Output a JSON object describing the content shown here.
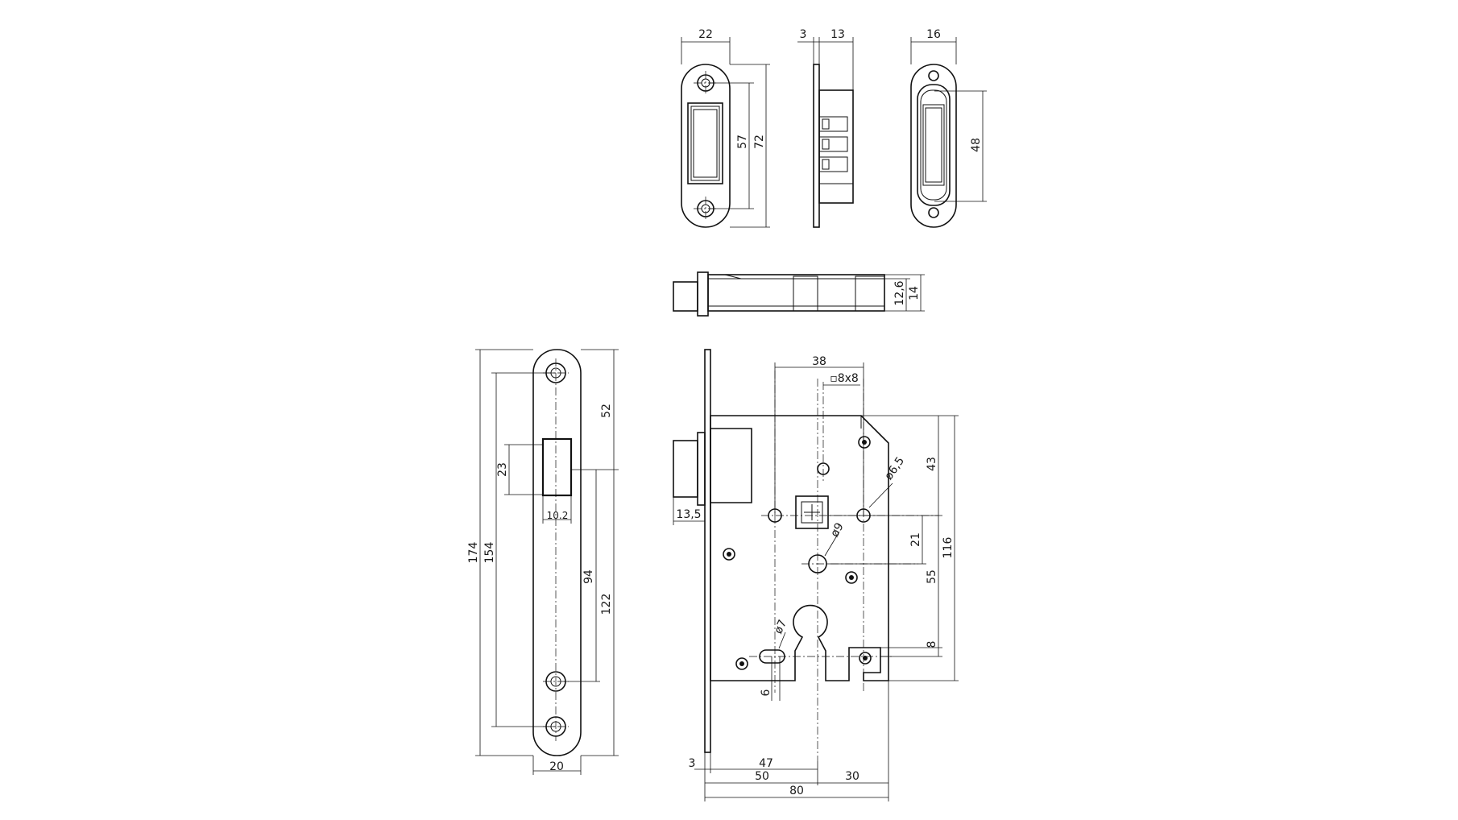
{
  "dims": {
    "strike_width": "22",
    "strike_inner": "57",
    "strike_total": "72",
    "side_plate": "3",
    "side_depth": "13",
    "striker_width": "16",
    "striker_height": "48",
    "latch_inner": "12,6",
    "latch_outer": "14",
    "face_total": "174",
    "face_inner": "154",
    "face_top": "52",
    "latch_window": "23",
    "latch_window_w": "10.2",
    "face_94": "94",
    "face_122": "122",
    "face_width": "20",
    "lock_38": "38",
    "spindle": "▫8x8",
    "hole_65": "ø6,5",
    "lock_43": "43",
    "latch_proj": "13,5",
    "lock_21": "21",
    "lock_116": "116",
    "hole_9": "ø9",
    "lock_55": "55",
    "hole_7": "ø7",
    "lock_8": "8",
    "slot_6": "6",
    "bottom_3": "3",
    "bottom_47": "47",
    "bottom_50": "50",
    "bottom_30": "30",
    "bottom_80": "80"
  }
}
